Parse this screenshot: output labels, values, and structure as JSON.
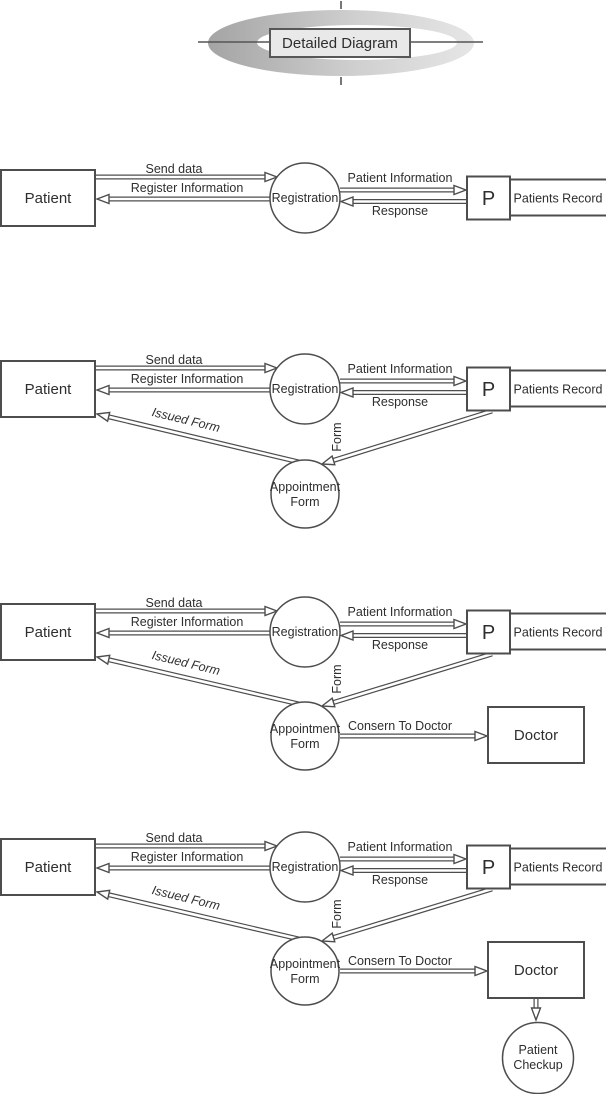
{
  "title": {
    "label": "Detailed Diagram"
  },
  "nodes": {
    "patient": {
      "label": "Patient"
    },
    "registration": {
      "label": "Registration"
    },
    "patients_record": {
      "letter": "P",
      "label": "Patients Record"
    },
    "appointment_form": {
      "line1": "Appointment",
      "line2": "Form"
    },
    "doctor": {
      "label": "Doctor"
    },
    "patient_checkup": {
      "line1": "Patient",
      "line2": "Checkup"
    }
  },
  "flows": {
    "send_data": {
      "label": "Send data"
    },
    "register_information": {
      "label": "Register Information"
    },
    "patient_information": {
      "label": "Patient Information"
    },
    "response": {
      "label": "Response"
    },
    "issued_form": {
      "label": "Issued Form"
    },
    "form": {
      "label": "Form"
    },
    "consern_to_doctor": {
      "label": "Consern To Doctor"
    }
  },
  "colors": {
    "line": "#4d4d4d",
    "text": "#2e2e2e",
    "title_fill": "#e9e9e9",
    "ring_dark": "#a4a4a4",
    "ring_light": "#e6e6e6"
  }
}
